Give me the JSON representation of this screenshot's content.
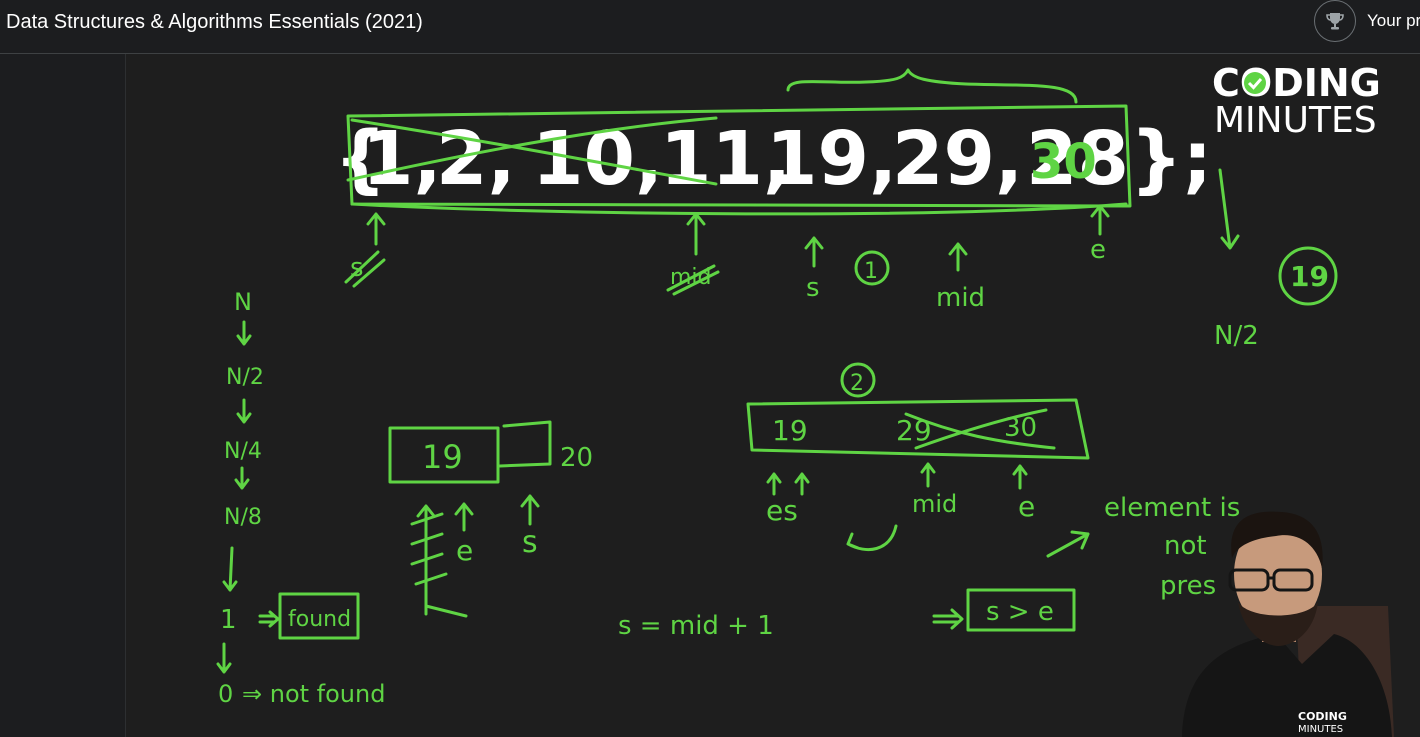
{
  "header": {
    "course_title": "Data Structures & Algorithms Essentials (2021)",
    "progress_label": "Your pr",
    "trophy_icon": "trophy-icon"
  },
  "video": {
    "logo_line1": "CODING",
    "logo_line2": "MINUTES",
    "shirt_logo_line1": "CODING",
    "shirt_logo_line2": "MINUTES",
    "array_open": "{",
    "array_items": [
      "1,",
      "2,",
      "10,",
      "11,",
      "19,",
      "29,"
    ],
    "array_last_printed": "28",
    "array_close": "};",
    "annotations": {
      "last_corrected": "30",
      "s_top": "s",
      "mid_top_struck": "mid",
      "s_mid": "s",
      "step1": "1",
      "mid_right": "mid",
      "e_top": "e",
      "n_half_right": "N/2",
      "circled_value": "19",
      "col_n": "N",
      "col_n2": "N/2",
      "col_n4": "N/4",
      "col_n8": "N/8",
      "col_1": "1",
      "found": "found",
      "col_0": "0",
      "not_found": "⇒ not found",
      "box_19": "19",
      "box_20": "20",
      "e_left": "e",
      "s_left": "s",
      "step2": "2",
      "b2_19": "19",
      "b2_29": "29",
      "b2_30": "30",
      "es": "es",
      "mid_b2": "mid",
      "e_b2": "e",
      "s_eq": "s = mid + 1",
      "s_gt_e": "s > e",
      "element_is": "element is",
      "not": "not",
      "present": "pres"
    }
  },
  "colors": {
    "ink": "#5fd444",
    "background": "#1e1e1e",
    "topbar": "#1c1d1f"
  }
}
